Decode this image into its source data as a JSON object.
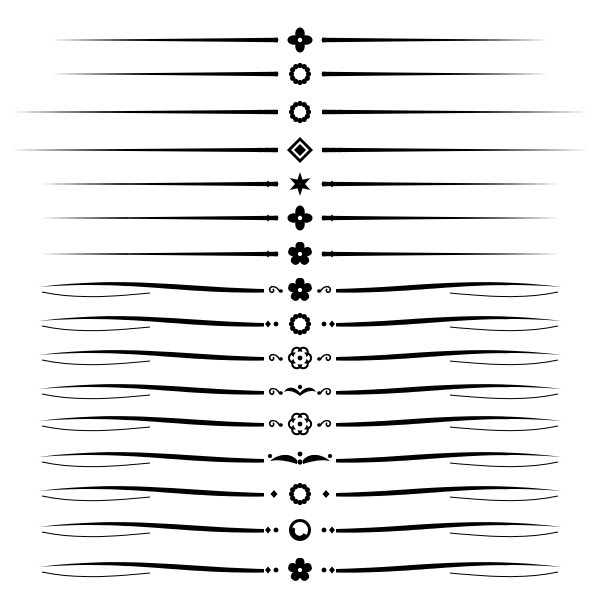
{
  "colors": {
    "ink": "#000000",
    "background": "#ffffff"
  },
  "dividers": [
    {
      "line": "straight-taper",
      "ornament": "four-petal-flower-icon",
      "beads": "one"
    },
    {
      "line": "straight-taper",
      "ornament": "beaded-ring-icon",
      "beads": "one"
    },
    {
      "line": "straight-taper",
      "ornament": "beaded-ring-icon",
      "beads": "dots"
    },
    {
      "line": "straight-taper",
      "ornament": "diamond-icon",
      "beads": "dots"
    },
    {
      "line": "straight-taper",
      "ornament": "six-point-star-icon",
      "beads": "dot-diamond"
    },
    {
      "line": "straight-taper",
      "ornament": "four-petal-flower-icon",
      "beads": "dot-diamond"
    },
    {
      "line": "straight-taper",
      "ornament": "five-petal-flower-icon",
      "beads": "dot-diamond"
    },
    {
      "line": "wave",
      "ornament": "five-petal-flower-icon",
      "beads": "swirl"
    },
    {
      "line": "wave",
      "ornament": "beaded-ring-icon",
      "beads": "dot-diamond"
    },
    {
      "line": "wave",
      "ornament": "scalloped-flower-icon",
      "beads": "swirl"
    },
    {
      "line": "wave",
      "ornament": "mustache-icon",
      "beads": "swirl"
    },
    {
      "line": "wave",
      "ornament": "scalloped-flower-icon",
      "beads": "swirl"
    },
    {
      "line": "wave",
      "ornament": "double-mustache-icon",
      "beads": "none"
    },
    {
      "line": "wave",
      "ornament": "beaded-ring-icon",
      "beads": "diamond"
    },
    {
      "line": "wave",
      "ornament": "crescent-ring-icon",
      "beads": "dot-diamond"
    },
    {
      "line": "wave",
      "ornament": "five-petal-flower-icon",
      "beads": "dot-diamond"
    }
  ]
}
